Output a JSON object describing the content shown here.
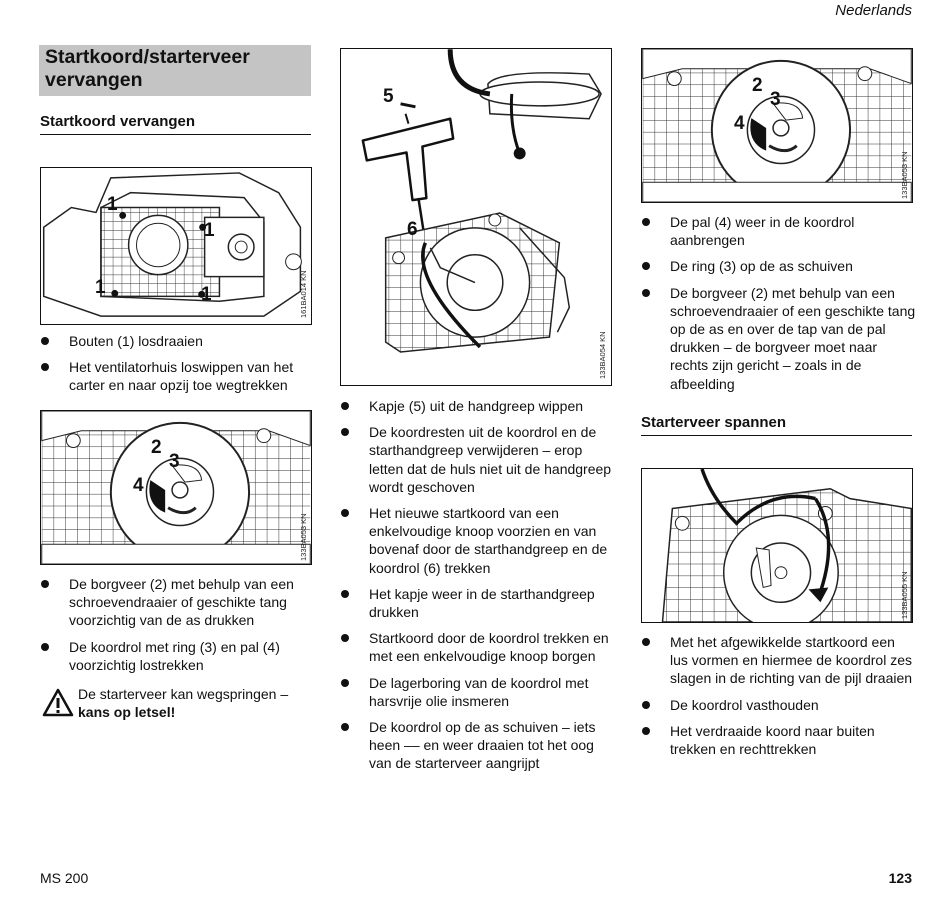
{
  "header": {
    "language": "Nederlands"
  },
  "title": "Startkoord/starterveer vervangen",
  "left": {
    "subheading": "Startkoord vervangen",
    "figure1": {
      "code": "161BA014 KN",
      "labels": [
        "1",
        "1",
        "1",
        "1"
      ]
    },
    "bullets1": [
      "Bouten (1) losdraaien",
      "Het ventilatorhuis loswippen van het carter en naar opzij toe wegtrekken"
    ],
    "figure2": {
      "code": "133BA053 KN",
      "labels": [
        "2",
        "3",
        "4"
      ]
    },
    "bullets2": [
      "De borgveer (2) met behulp van een schroevendraaier of geschikte tang voorzichtig van de as drukken",
      "De koordrol met ring (3) en pal (4) voorzichtig lostrekken"
    ],
    "warning": {
      "icon": "warning-triangle-icon",
      "text": "De starterveer kan wegspringen –",
      "strong": "kans op letsel!"
    }
  },
  "middle": {
    "figure": {
      "code": "133BA054 KN",
      "labels": [
        "5",
        "6"
      ]
    },
    "bullets": [
      "Kapje (5) uit de handgreep wippen",
      "De koordresten uit de koordrol en de starthandgreep verwijderen – erop letten dat de huls niet uit de handgreep wordt geschoven",
      "Het nieuwe startkoord van een enkelvoudige knoop voorzien en van bovenaf door de starthandgreep en de koordrol (6) trekken",
      "Het kapje weer in de starthandgreep drukken",
      "Startkoord door de koordrol trekken en met een enkelvoudige knoop borgen",
      "De lagerboring van de koordrol met harsvrije olie insmeren",
      "De koordrol op de as schuiven – iets heen –– en weer draaien tot het oog van de starterveer aangrijpt"
    ]
  },
  "right": {
    "figure1": {
      "code": "133BA053 KN",
      "labels": [
        "2",
        "3",
        "4"
      ]
    },
    "bullets1": [
      "De pal (4) weer in de koordrol aanbrengen",
      "De ring (3) op de as schuiven",
      "De borgveer (2) met behulp van een schroevendraaier of een geschikte tang op de as en over de tap van de pal drukken – de borgveer moet naar rechts zijn gericht – zoals in de afbeelding"
    ],
    "subheading": "Starterveer spannen",
    "figure2": {
      "code": "133BA055 KN"
    },
    "bullets2": [
      "Met het afgewikkelde startkoord een lus vormen en hiermee de koordrol zes slagen in de richting van de pijl draaien",
      "De koordrol vasthouden",
      "Het verdraaide koord naar buiten trekken en rechttrekken"
    ]
  },
  "footer": {
    "model": "MS 200",
    "page": "123"
  }
}
